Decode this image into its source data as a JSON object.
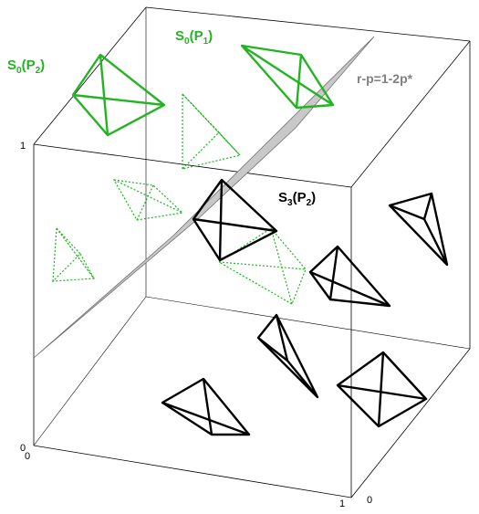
{
  "labels": {
    "s0_p2": {
      "main": "S",
      "sub": "0",
      "paren_open": "(P",
      "paren_sub": "2",
      "paren_close": ")"
    },
    "s0_p1": {
      "main": "S",
      "sub": "0",
      "paren_open": "(P",
      "paren_sub": "1",
      "paren_close": ")"
    },
    "s3_p2": {
      "main": "S",
      "sub": "3",
      "paren_open": "(P",
      "paren_sub": "2",
      "paren_close": ")"
    },
    "plane": "r-p=1-2p*"
  },
  "ticks": {
    "left_top": "1",
    "left_bottom_a": "0",
    "left_bottom_b": "0",
    "bottom_right_1": "1",
    "bottom_right_0": "0"
  },
  "colors": {
    "green": "#22b422",
    "black": "#000000",
    "plane_fill": "#c8c8c8",
    "plane_stroke": "#707070",
    "label_gray": "#808080"
  }
}
